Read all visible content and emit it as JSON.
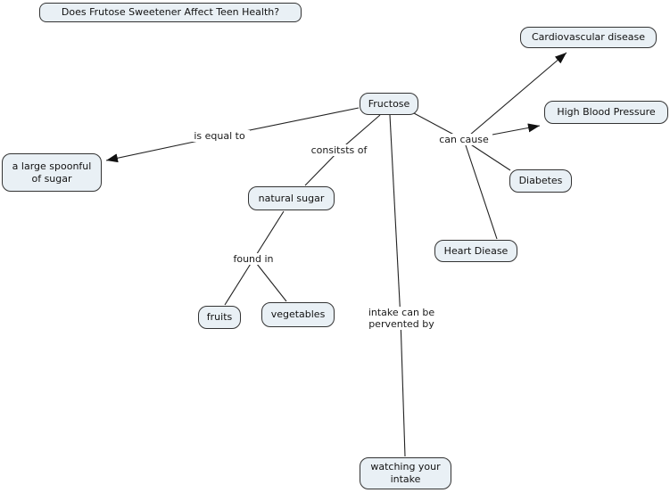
{
  "colors": {
    "node_fill": "#e9f0f5",
    "node_border": "#333333",
    "edge": "#222222",
    "background": "#ffffff",
    "text": "#111111"
  },
  "title": {
    "label": "Does Frutose Sweetener Affect Teen Health?"
  },
  "nodes": {
    "fructose": {
      "label": "Fructose"
    },
    "cardiovascular_disease": {
      "label": "Cardiovascular disease"
    },
    "high_blood_pressure": {
      "label": "High Blood Pressure"
    },
    "diabetes": {
      "label": "Diabetes"
    },
    "heart_disease": {
      "label": "Heart Diease"
    },
    "spoonful_of_sugar": {
      "label": "a large spoonful of sugar"
    },
    "natural_sugar": {
      "label": "natural sugar"
    },
    "fruits": {
      "label": "fruits"
    },
    "vegetables": {
      "label": "vegetables"
    },
    "watching_intake": {
      "label": "watching your intake"
    }
  },
  "edge_labels": {
    "is_equal_to": "is equal to",
    "consists_of": "consitsts of",
    "can_cause": "can cause",
    "found_in": "found in",
    "intake_prevented": "intake can be pervented by"
  },
  "relations": [
    {
      "from": "Fructose",
      "label": "is equal to",
      "to": "a large spoonful of sugar",
      "arrow": true
    },
    {
      "from": "Fructose",
      "label": "consitsts of",
      "to": "natural sugar",
      "arrow": false
    },
    {
      "from": "Fructose",
      "label": "can cause",
      "to": "Cardiovascular disease",
      "arrow": true
    },
    {
      "from": "Fructose",
      "label": "can cause",
      "to": "High Blood Pressure",
      "arrow": true
    },
    {
      "from": "Fructose",
      "label": "can cause",
      "to": "Diabetes",
      "arrow": false
    },
    {
      "from": "Fructose",
      "label": "can cause",
      "to": "Heart Diease",
      "arrow": false
    },
    {
      "from": "Fructose",
      "label": "intake can be pervented by",
      "to": "watching your intake",
      "arrow": false
    },
    {
      "from": "natural sugar",
      "label": "found in",
      "to": "fruits",
      "arrow": false
    },
    {
      "from": "natural sugar",
      "label": "found in",
      "to": "vegetables",
      "arrow": false
    }
  ]
}
